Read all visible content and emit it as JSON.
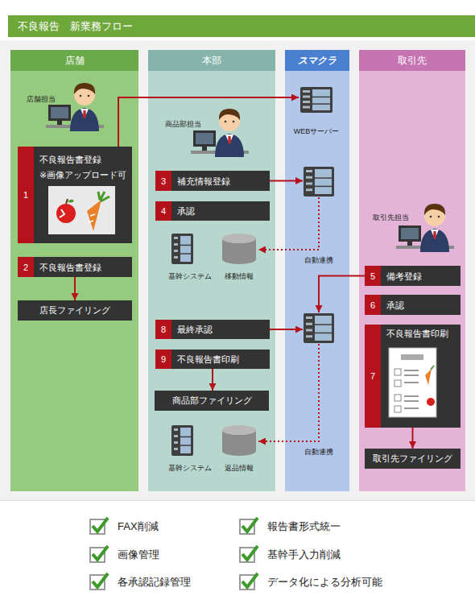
{
  "diagram": {
    "title": "不良報告　新業務フロー",
    "nodes": [
      {
        "text": [
          "店舗"
        ]
      },
      {
        "text": [
          "本部"
        ]
      },
      {
        "text": [
          "スマクラ"
        ]
      },
      {
        "text": [
          "取引先"
        ]
      },
      {
        "text": [
          "1",
          "不良報告書登録",
          "※画像アップロード可"
        ],
        "in": 0
      },
      {
        "text": [
          "2",
          "不良報告書登録"
        ],
        "in": 0
      },
      {
        "text": [
          "店長ファイリング"
        ],
        "in": 0
      },
      {
        "text": [
          "3",
          "補充情報登録"
        ],
        "in": 1
      },
      {
        "text": [
          "4",
          "承認"
        ],
        "in": 1
      },
      {
        "text": [
          "基幹システム"
        ],
        "in": 1
      },
      {
        "text": [
          "移動情報"
        ],
        "in": 1
      },
      {
        "text": [
          "8",
          "最終承認"
        ],
        "in": 1
      },
      {
        "text": [
          "9",
          "不良報告書印刷"
        ],
        "in": 1
      },
      {
        "text": [
          "商品部ファイリング"
        ],
        "in": 1
      },
      {
        "text": [
          "基幹システム"
        ],
        "in": 1
      },
      {
        "text": [
          "返品情報"
        ],
        "in": 1
      },
      {
        "text": [
          "WEBサーバー"
        ],
        "in": 2
      },
      {
        "text": [],
        "in": 2
      },
      {
        "text": [],
        "in": 2
      },
      {
        "text": [
          "5",
          "備考登録"
        ],
        "in": 3
      },
      {
        "text": [
          "6",
          "承認"
        ],
        "in": 3
      },
      {
        "text": [
          "7",
          "不良報告書印刷"
        ],
        "in": 3
      },
      {
        "text": [
          "取引先ファイリング"
        ],
        "in": 3
      }
    ],
    "edges": [
      {
        "from": 4,
        "to": 16,
        "arrow": "to"
      },
      {
        "from": 5,
        "to": 6,
        "arrow": "to"
      },
      {
        "from": 7,
        "to": 17,
        "arrow": "to"
      },
      {
        "from": 17,
        "to": 10,
        "label": "自動連携",
        "arrow": "to"
      },
      {
        "from": 19,
        "to": 18,
        "arrow": "to"
      },
      {
        "from": 11,
        "to": 18,
        "arrow": "to"
      },
      {
        "from": 18,
        "to": 15,
        "label": "自動連携",
        "arrow": "to"
      },
      {
        "from": 12,
        "to": 13,
        "arrow": "to"
      },
      {
        "from": 21,
        "to": 22,
        "arrow": "to"
      }
    ],
    "labels": [
      "店舗担当",
      "商品部担当",
      "取引先担当",
      "FAX削減",
      "報告書形式統一",
      "画像管理",
      "基幹手入力削減",
      "各承認記録管理",
      "データ化による分析可能"
    ]
  }
}
